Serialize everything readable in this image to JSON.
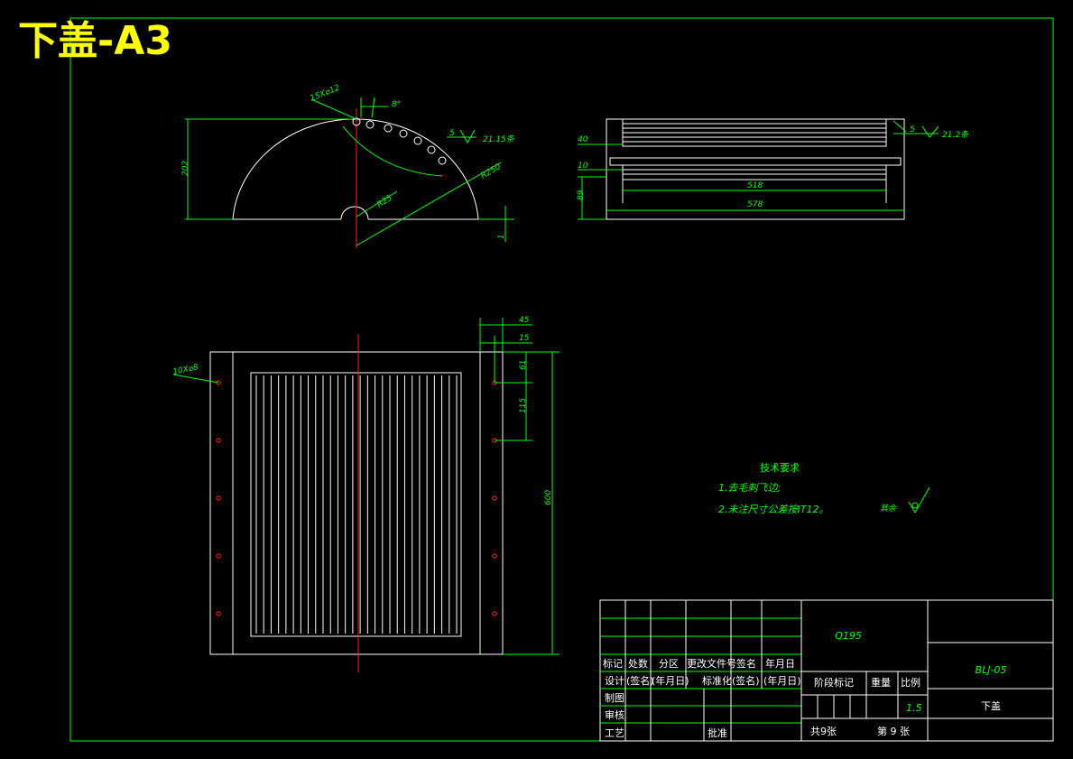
{
  "sheet": {
    "title": "下盖-A3"
  },
  "front_view": {
    "dim_height": "202",
    "dim_holes": "15X⌀12",
    "dim_angle": "8°",
    "dim_r25": "R25",
    "dim_r250": "R250",
    "dim_one": "1",
    "dim_five": "5",
    "roughness": "21.15条"
  },
  "side_view": {
    "dim_40": "40",
    "dim_10": "10",
    "dim_89": "89",
    "dim_518": "518",
    "dim_578": "578",
    "dim_five": "5",
    "roughness": "21.2条"
  },
  "plan_view": {
    "dim_holes": "10X⌀8",
    "dim_45": "45",
    "dim_15": "15",
    "dim_61": "61",
    "dim_115": "115",
    "dim_600": "600"
  },
  "tech_notes": {
    "heading": "技术要求",
    "line1": "1.去毛刺飞边;",
    "line2": "2.未注尺寸公差按IT12。",
    "roughness_label": "其余"
  },
  "title_block": {
    "material": "Q195",
    "drawing_number": "BLJ-05",
    "part_name": "下盖",
    "row_mark": [
      "标记",
      "处数",
      "分区",
      "更改文件号",
      "签名",
      "年月日"
    ],
    "row_design": [
      "设计",
      "(签名)",
      "(年月日)",
      "标准化",
      "(签名)",
      "(年月日)"
    ],
    "drafter": "制图",
    "reviewer": "审核",
    "process": "工艺",
    "approve": "批准",
    "stage_label": "阶段标记",
    "weight_label": "重量",
    "scale_label": "比例",
    "scale_value": "1.5",
    "sheet_total": "共9张",
    "sheet_index": "第 9 张"
  }
}
